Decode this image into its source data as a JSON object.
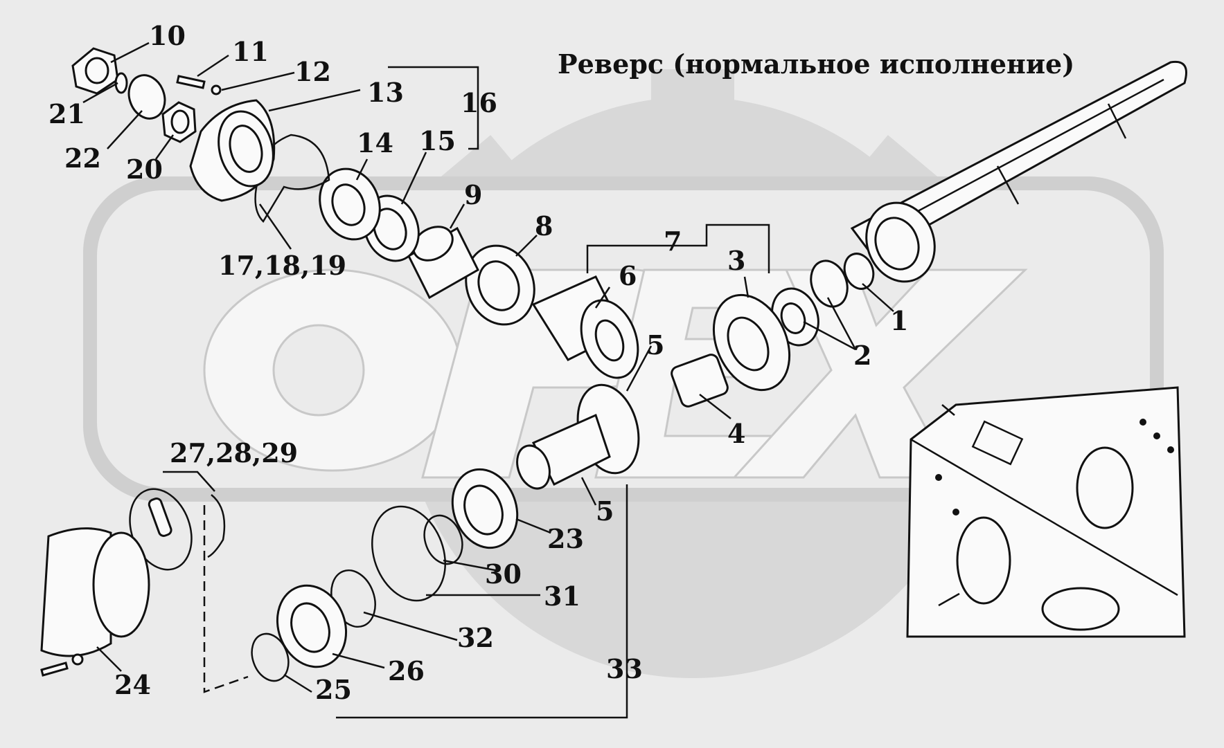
{
  "title": "Реверс (нормальное исполнение)",
  "watermark": {
    "text": "OPEX",
    "color": "#d8d8d8"
  },
  "colors": {
    "background": "#ebebeb",
    "ink": "#111111",
    "part_fill": "#fafafa"
  },
  "callouts": {
    "c1": "1",
    "c2": "2",
    "c3": "3",
    "c4": "4",
    "c5a": "5",
    "c5b": "5",
    "c6": "6",
    "c7": "7",
    "c8": "8",
    "c9": "9",
    "c10": "10",
    "c11": "11",
    "c12": "12",
    "c13": "13",
    "c14": "14",
    "c15": "15",
    "c16": "16",
    "c171819": "17,18,19",
    "c20": "20",
    "c21": "21",
    "c22": "22",
    "c23": "23",
    "c24": "24",
    "c25": "25",
    "c26": "26",
    "c272829": "27,28,29",
    "c30": "30",
    "c31": "31",
    "c32": "32",
    "c33": "33"
  }
}
